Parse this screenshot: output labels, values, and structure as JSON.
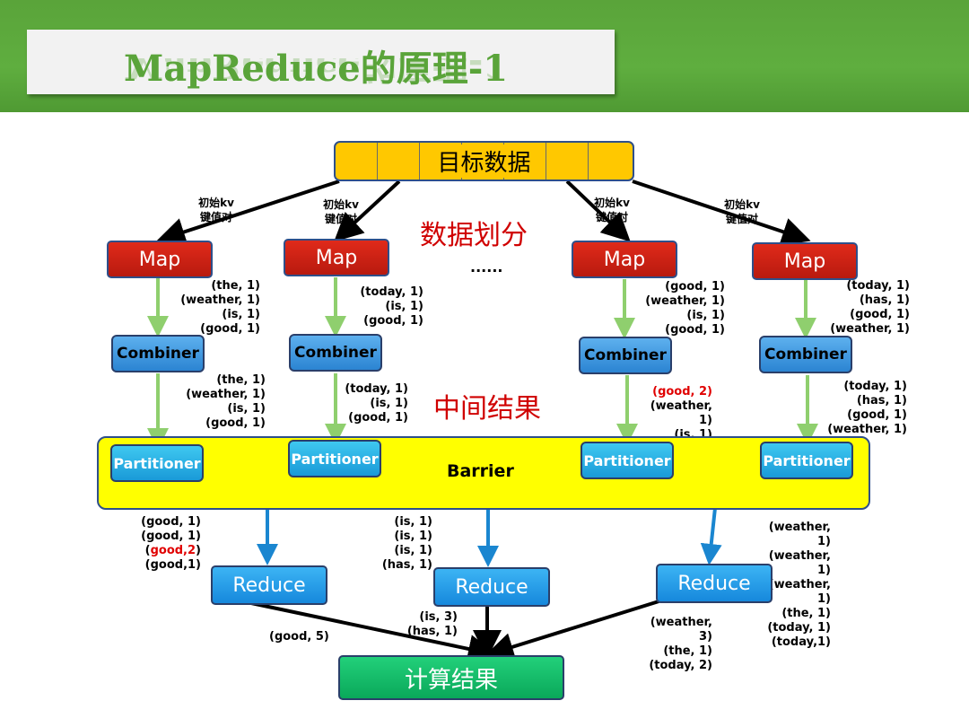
{
  "header": {
    "title": "MapReduce的原理-1"
  },
  "diagram": {
    "target_data": "目标数据",
    "init_kv_label": "初始kv\n键值对",
    "split_label": "数据划分",
    "ellipsis": "......",
    "intermediate_label": "中间结果",
    "map_label": "Map",
    "combiner_label": "Combiner",
    "partitioner_label": "Partitioner",
    "barrier_label": "Barrier",
    "reduce_label": "Reduce",
    "final_label": "计算结果",
    "map_outputs": [
      "(the, 1)\n(weather, 1)\n(is, 1)\n(good, 1)",
      "(today, 1)\n(is, 1)\n(good, 1)",
      "(good, 1)\n(weather, 1)\n(is, 1)\n(good, 1)",
      "(today, 1)\n(has, 1)\n(good, 1)\n(weather, 1)"
    ],
    "combiner_outputs": [
      "(the, 1)\n(weather, 1)\n(is, 1)\n(good, 1)",
      "(today, 1)\n(is, 1)\n(good, 1)",
      {
        "highlight": "(good, 2)",
        "rest": "(weather,\n1)\n(is, 1)"
      },
      "(today, 1)\n(has, 1)\n(good, 1)\n(weather, 1)"
    ],
    "reduce_inputs": [
      {
        "before": "(good, 1)\n(good, 1)",
        "open": "(",
        "highlight": "good,2",
        "close": ")",
        "after": "(good,1)"
      },
      "(is, 1)\n(is, 1)\n(is, 1)\n(has, 1)",
      "(weather,\n1)\n(weather,\n1)\n(weather,\n1)\n(the, 1)\n(today, 1)\n(today,1)"
    ],
    "reduce_outputs": [
      "(good, 5)",
      "(is, 3)\n(has, 1)",
      "(weather,\n3)\n(the, 1)\n(today, 2)"
    ]
  }
}
